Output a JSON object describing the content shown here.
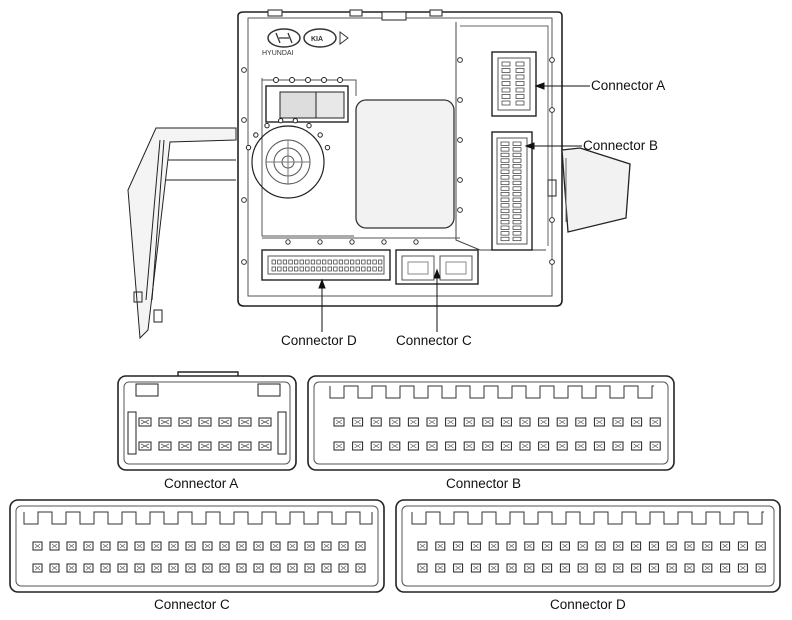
{
  "unit_labels": {
    "connector_a": "Connector A",
    "connector_b": "Connector B",
    "connector_c": "Connector C",
    "connector_d": "Connector D"
  },
  "detail_labels": {
    "connector_a": "Connector A",
    "connector_b": "Connector B",
    "connector_c": "Connector C",
    "connector_d": "Connector D"
  },
  "logos": {
    "hyundai_wordmark": "HYUNDAI",
    "kia_wordmark": "KIA"
  },
  "connectors": {
    "a": {
      "rows": 2,
      "pins_per_row": 7
    },
    "b": {
      "rows": 2,
      "pins_per_row": 18
    },
    "c": {
      "rows": 2,
      "pins_per_row": 20
    },
    "d": {
      "rows": 2,
      "pins_per_row": 20
    }
  }
}
